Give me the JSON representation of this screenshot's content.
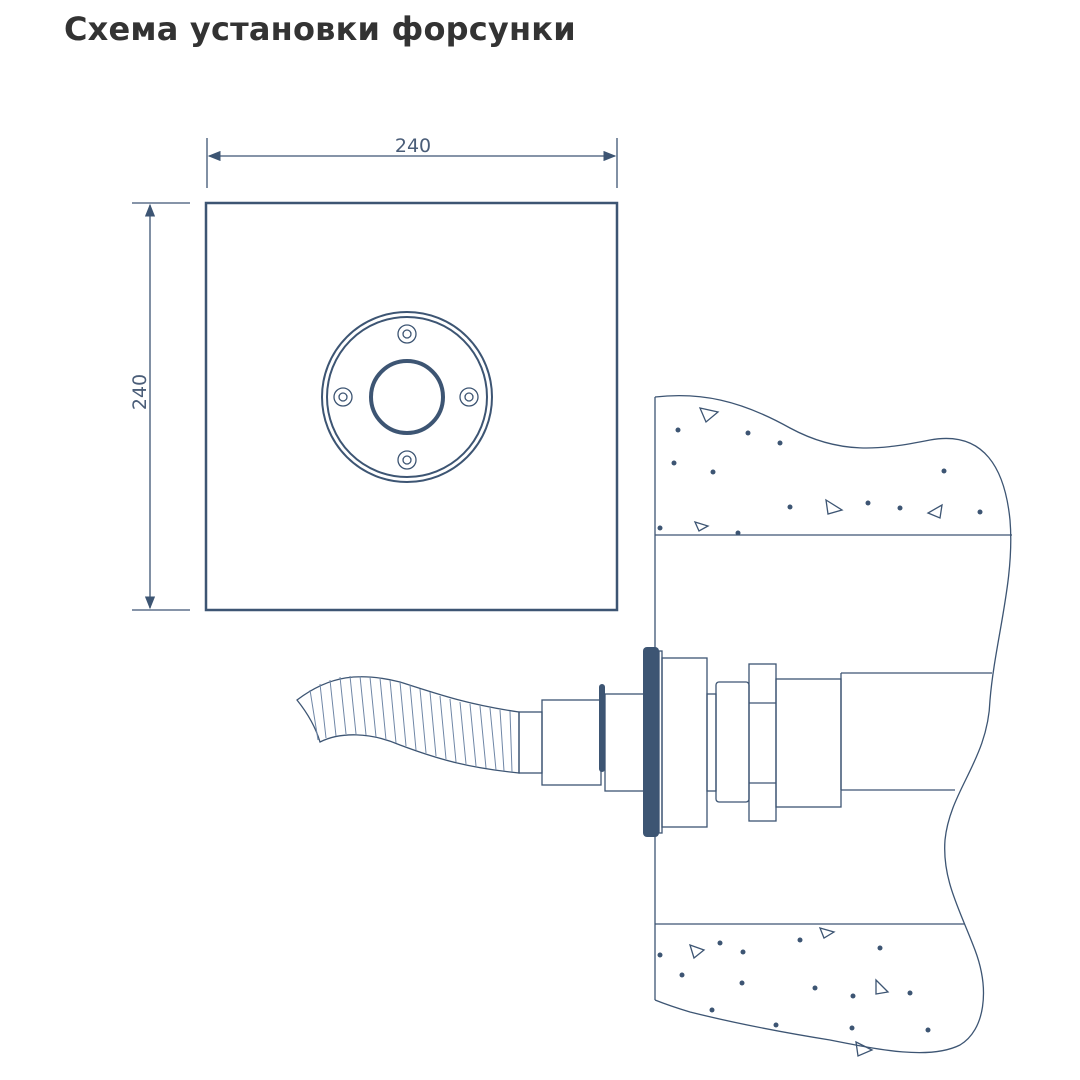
{
  "title": "Схема установки форсунки",
  "dimensions": {
    "width_label": "240",
    "height_label": "240"
  },
  "colors": {
    "line": "#3d5573",
    "title": "#333333"
  }
}
